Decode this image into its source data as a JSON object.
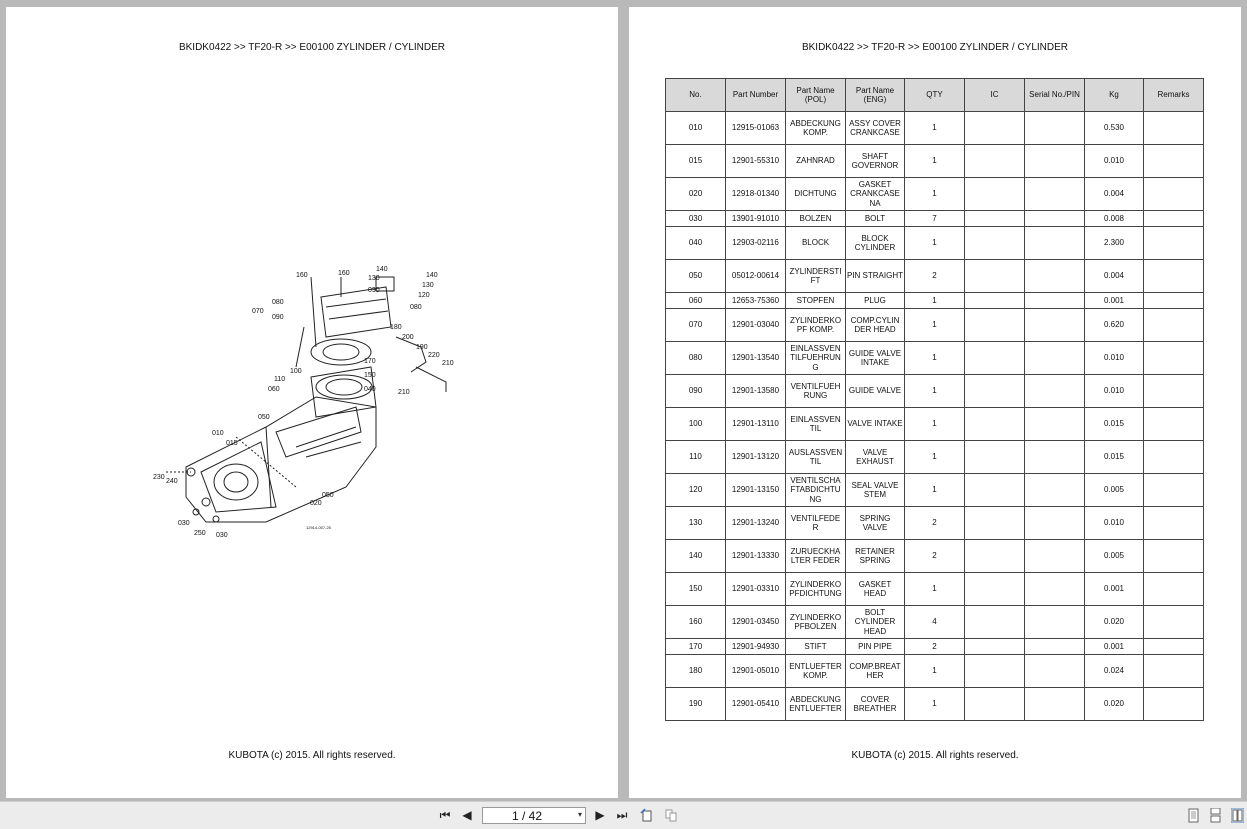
{
  "document": {
    "header": "BKIDK0422 >> TF20-R >> E00100   ZYLINDER / CYLINDER",
    "footer": "KUBOTA (c) 2015. All rights reserved."
  },
  "diagram": {
    "callouts": [
      "160",
      "160",
      "140",
      "130",
      "140",
      "130",
      "120",
      "090",
      "080",
      "080",
      "070",
      "090",
      "180",
      "200",
      "190",
      "220",
      "210",
      "170",
      "150",
      "110",
      "100",
      "060",
      "040",
      "210",
      "050",
      "010",
      "015",
      "230",
      "240",
      "050",
      "020",
      "030",
      "250",
      "030",
      "12914-007-25"
    ]
  },
  "table": {
    "headers": [
      "No.",
      "Part Number",
      "Part Name (POL)",
      "Part Name (ENG)",
      "QTY",
      "IC",
      "Serial No./PIN",
      "Kg",
      "Remarks"
    ],
    "rows": [
      {
        "no": "010",
        "part": "12915-01063",
        "pol": "ABDECKUNG KOMP.",
        "eng": "ASSY COVER CRANKCASE",
        "qty": "1",
        "ic": "",
        "serial": "",
        "kg": "0.530",
        "remarks": ""
      },
      {
        "no": "015",
        "part": "12901-55310",
        "pol": "ZAHNRAD",
        "eng": "SHAFT GOVERNOR",
        "qty": "1",
        "ic": "",
        "serial": "",
        "kg": "0.010",
        "remarks": ""
      },
      {
        "no": "020",
        "part": "12918-01340",
        "pol": "DICHTUNG",
        "eng": "GASKET CRANKCASE NA",
        "qty": "1",
        "ic": "",
        "serial": "",
        "kg": "0.004",
        "remarks": ""
      },
      {
        "no": "030",
        "part": "13901-91010",
        "pol": "BOLZEN",
        "eng": "BOLT",
        "qty": "7",
        "ic": "",
        "serial": "",
        "kg": "0.008",
        "remarks": ""
      },
      {
        "no": "040",
        "part": "12903-02116",
        "pol": "BLOCK",
        "eng": "BLOCK CYLINDER",
        "qty": "1",
        "ic": "",
        "serial": "",
        "kg": "2.300",
        "remarks": ""
      },
      {
        "no": "050",
        "part": "05012-00614",
        "pol": "ZYLINDERSTI FT",
        "eng": "PIN STRAIGHT",
        "qty": "2",
        "ic": "",
        "serial": "",
        "kg": "0.004",
        "remarks": ""
      },
      {
        "no": "060",
        "part": "12653-75360",
        "pol": "STOPFEN",
        "eng": "PLUG",
        "qty": "1",
        "ic": "",
        "serial": "",
        "kg": "0.001",
        "remarks": ""
      },
      {
        "no": "070",
        "part": "12901-03040",
        "pol": "ZYLINDERKO PF KOMP.",
        "eng": "COMP.CYLIN DER HEAD",
        "qty": "1",
        "ic": "",
        "serial": "",
        "kg": "0.620",
        "remarks": ""
      },
      {
        "no": "080",
        "part": "12901-13540",
        "pol": "EINLASSVEN TILFUEHRUN G",
        "eng": "GUIDE VALVE INTAKE",
        "qty": "1",
        "ic": "",
        "serial": "",
        "kg": "0.010",
        "remarks": ""
      },
      {
        "no": "090",
        "part": "12901-13580",
        "pol": "VENTILFUEH RUNG",
        "eng": "GUIDE VALVE",
        "qty": "1",
        "ic": "",
        "serial": "",
        "kg": "0.010",
        "remarks": ""
      },
      {
        "no": "100",
        "part": "12901-13110",
        "pol": "EINLASSVEN TIL",
        "eng": "VALVE INTAKE",
        "qty": "1",
        "ic": "",
        "serial": "",
        "kg": "0.015",
        "remarks": ""
      },
      {
        "no": "110",
        "part": "12901-13120",
        "pol": "AUSLASSVEN TIL",
        "eng": "VALVE EXHAUST",
        "qty": "1",
        "ic": "",
        "serial": "",
        "kg": "0.015",
        "remarks": ""
      },
      {
        "no": "120",
        "part": "12901-13150",
        "pol": "VENTILSCHA FTABDICHTU NG",
        "eng": "SEAL VALVE STEM",
        "qty": "1",
        "ic": "",
        "serial": "",
        "kg": "0.005",
        "remarks": ""
      },
      {
        "no": "130",
        "part": "12901-13240",
        "pol": "VENTILFEDE R",
        "eng": "SPRING VALVE",
        "qty": "2",
        "ic": "",
        "serial": "",
        "kg": "0.010",
        "remarks": ""
      },
      {
        "no": "140",
        "part": "12901-13330",
        "pol": "ZURUECKHA LTER FEDER",
        "eng": "RETAINER SPRING",
        "qty": "2",
        "ic": "",
        "serial": "",
        "kg": "0.005",
        "remarks": ""
      },
      {
        "no": "150",
        "part": "12901-03310",
        "pol": "ZYLINDERKO PFDICHTUNG",
        "eng": "GASKET HEAD",
        "qty": "1",
        "ic": "",
        "serial": "",
        "kg": "0.001",
        "remarks": ""
      },
      {
        "no": "160",
        "part": "12901-03450",
        "pol": "ZYLINDERKO PFBOLZEN",
        "eng": "BOLT CYLINDER HEAD",
        "qty": "4",
        "ic": "",
        "serial": "",
        "kg": "0.020",
        "remarks": ""
      },
      {
        "no": "170",
        "part": "12901-94930",
        "pol": "STIFT",
        "eng": "PIN PIPE",
        "qty": "2",
        "ic": "",
        "serial": "",
        "kg": "0.001",
        "remarks": ""
      },
      {
        "no": "180",
        "part": "12901-05010",
        "pol": "ENTLUEFTER KOMP.",
        "eng": "COMP.BREAT HER",
        "qty": "1",
        "ic": "",
        "serial": "",
        "kg": "0.024",
        "remarks": ""
      },
      {
        "no": "190",
        "part": "12901-05410",
        "pol": "ABDECKUNG ENTLUEFTER",
        "eng": "COVER BREATHER",
        "qty": "1",
        "ic": "",
        "serial": "",
        "kg": "0.020",
        "remarks": ""
      }
    ]
  },
  "toolbar": {
    "page_value": "1 / 42",
    "first_icon": "⏮",
    "prev_icon": "◀",
    "next_icon": "▶",
    "last_icon": "⏭",
    "dropdown_icon": "▾"
  }
}
